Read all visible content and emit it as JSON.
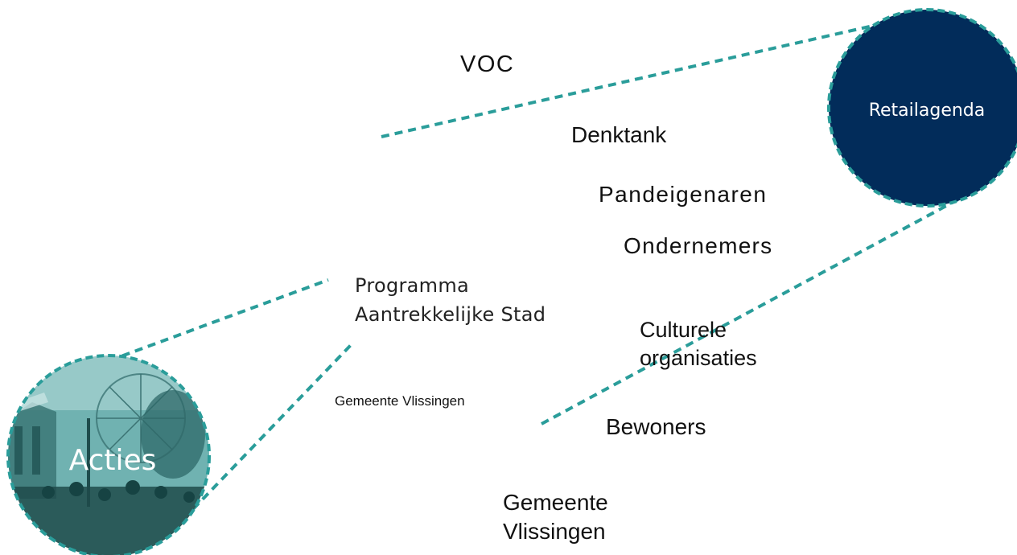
{
  "nodes": {
    "retail": {
      "label": "Retailagenda",
      "fill": "#022c5a"
    },
    "acties": {
      "label": "Acties",
      "fill": "#7fb8b6"
    }
  },
  "labels": {
    "voc": "VOC",
    "denktank": "Denktank",
    "pandeigenaren": "Pandeigenaren",
    "ondernemers": "Ondernemers",
    "programma_line1": "Programma",
    "programma_line2": "Aantrekkelijke Stad",
    "culturele_line1": "Culturele",
    "culturele_line2": "organisaties",
    "gemeente_small": "Gemeente Vlissingen",
    "bewoners": "Bewoners",
    "gemeente_line1": "Gemeente",
    "gemeente_line2": "Vlissingen"
  },
  "colors": {
    "dash": "#2a9d9a"
  }
}
